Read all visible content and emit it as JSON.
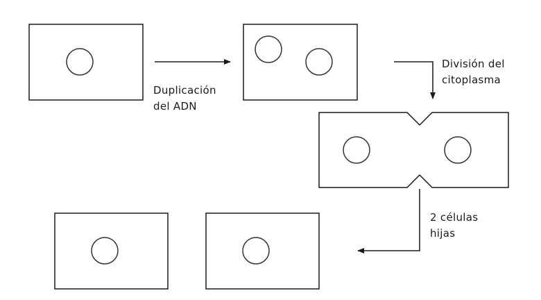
{
  "diagram": {
    "colors": {
      "stroke": "#1a1a1a",
      "background": "#ffffff"
    },
    "labels": {
      "step1": {
        "line1": "Duplicación",
        "line2": "del ADN"
      },
      "step2": {
        "line1": "División del",
        "line2": "citoplasma"
      },
      "step3": {
        "line1": "2 células",
        "line2": "hijas"
      }
    }
  }
}
